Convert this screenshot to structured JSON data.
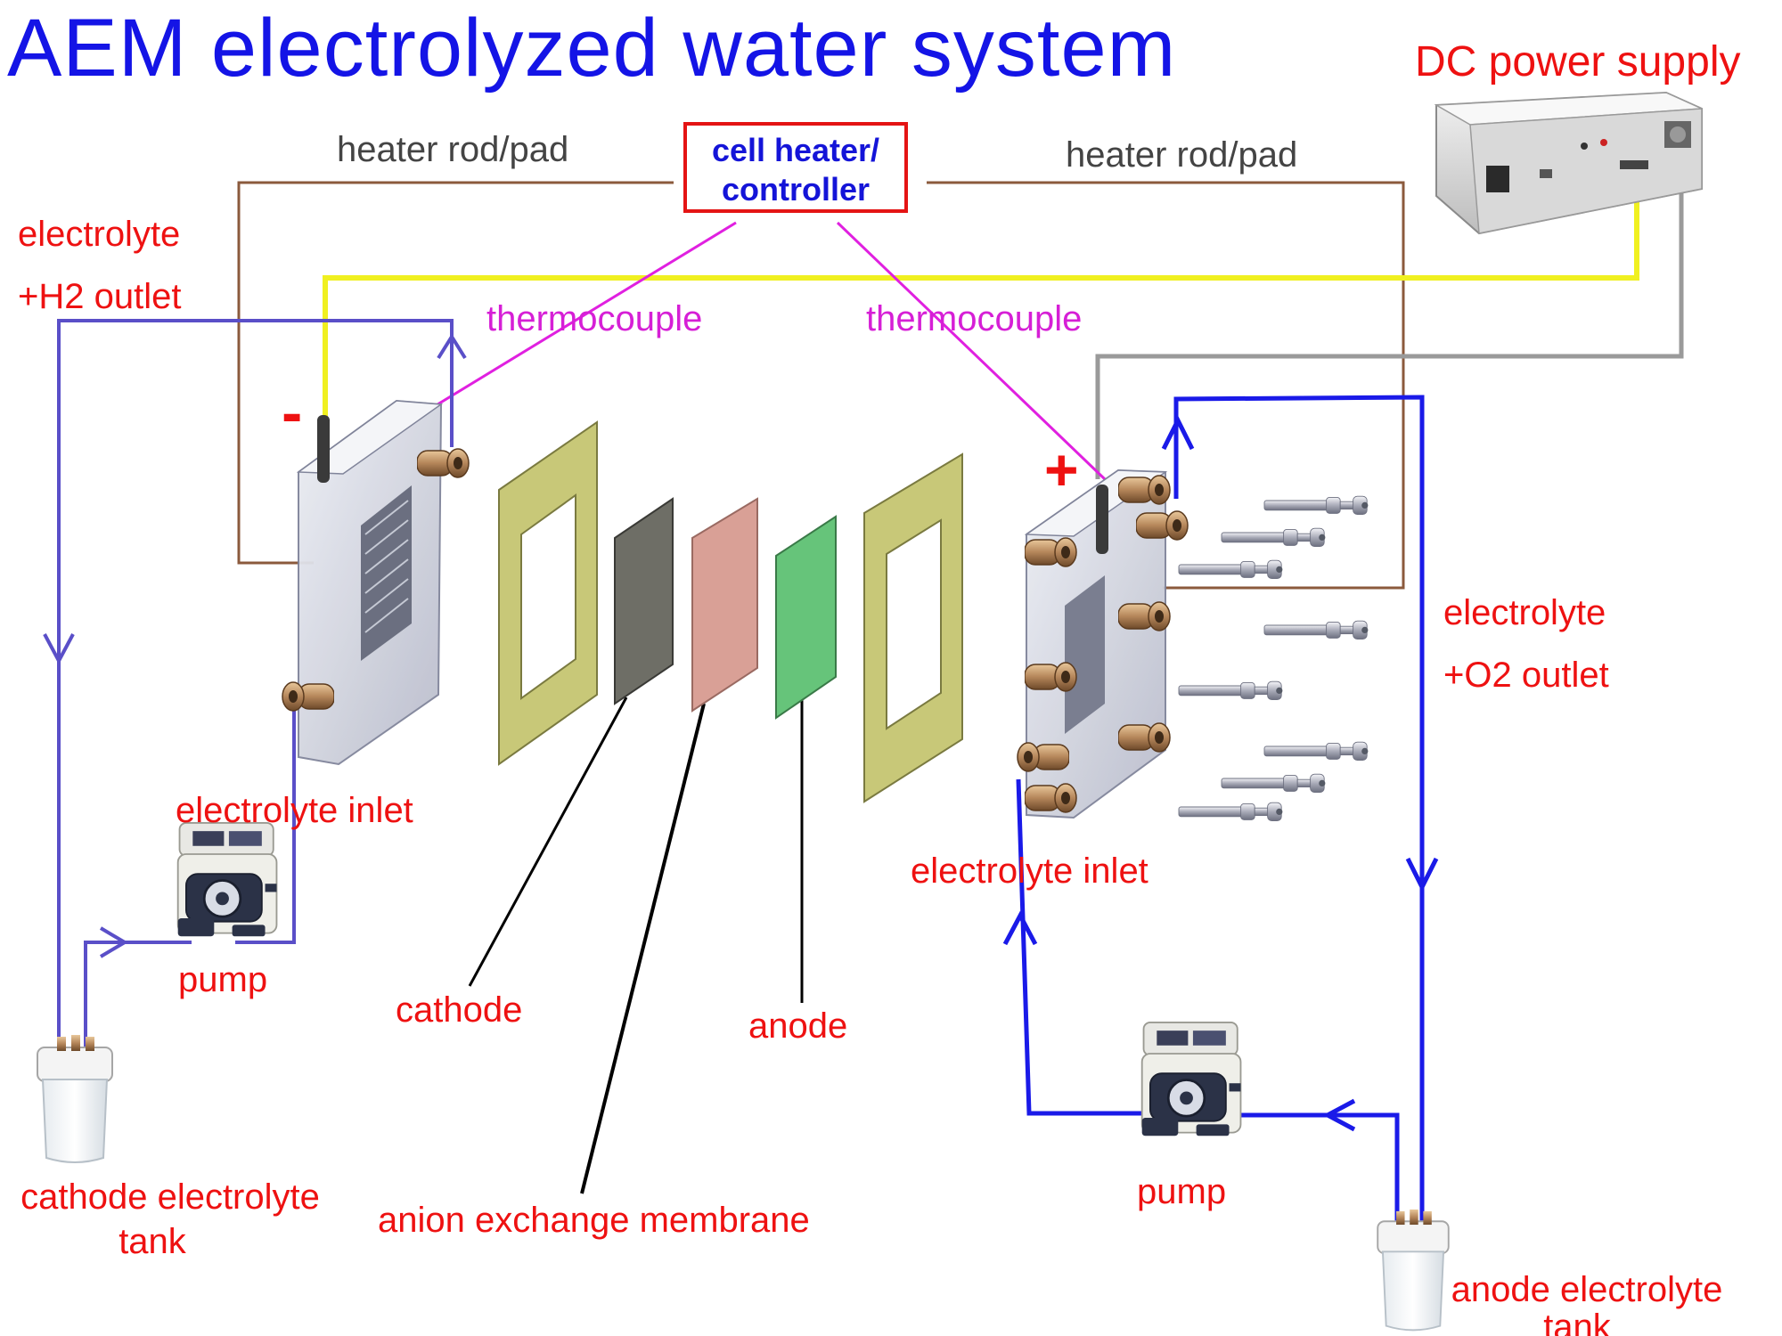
{
  "title": "AEM electrolyzed water system",
  "labels": {
    "dc_power_supply": "DC power supply",
    "heater_left": "heater rod/pad",
    "heater_right": "heater rod/pad",
    "controller_line1": "cell heater/",
    "controller_line2": "controller",
    "electrolyte_h2_line1": "electrolyte",
    "electrolyte_h2_line2": "+H2 outlet",
    "thermocouple_left": "thermocouple",
    "thermocouple_right": "thermocouple",
    "minus_sign": "-",
    "plus_sign": "+",
    "electrolyte_o2_line1": "electrolyte",
    "electrolyte_o2_line2": "+O2 outlet",
    "electrolyte_inlet_left": "electrolyte inlet",
    "electrolyte_inlet_right": "electrolyte inlet",
    "pump_left": "pump",
    "pump_right": "pump",
    "cathode": "cathode",
    "anode": "anode",
    "membrane": "anion exchange membrane",
    "cathode_tank_line1": "cathode electrolyte",
    "cathode_tank_line2": "tank",
    "anode_tank_line1": "anode electrolyte",
    "anode_tank_line2": "tank"
  },
  "colors": {
    "title": "#1414e6",
    "label_red": "#ee1111",
    "heater_wire": "#8b5a3c",
    "power_positive_wire": "#f0f020",
    "power_negative_wire": "#9a9a9a",
    "thermocouple_wire": "#e020e0",
    "cathode_loop": "#5a4fc8",
    "anode_loop": "#1a1ae8",
    "gasket": "#c8c878",
    "cathode_sheet": "#6e6e66",
    "membrane_sheet": "#d9a096",
    "anode_sheet": "#66c47a"
  },
  "icons": [
    "dc-power-supply-icon",
    "peristaltic-pump-icon",
    "electrolyte-tank-icon",
    "electrolyzer-end-plate-icon",
    "gasket-icon",
    "bolt-icon"
  ]
}
